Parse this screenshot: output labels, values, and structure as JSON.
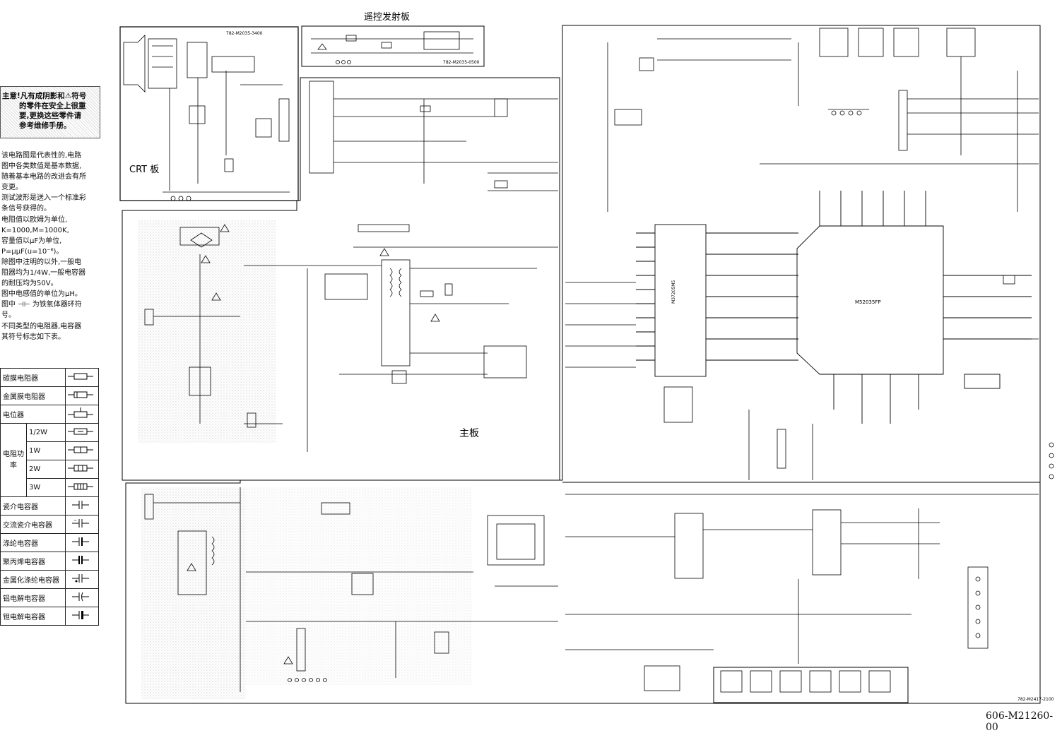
{
  "safety_note": [
    "主意!凡有成阴影和⚠符号",
    "的零件在安全上很重",
    "要,更换这些零件请",
    "参考维修手册。"
  ],
  "notes": [
    "该电路图是代表性的,电路",
    "图中各类数值是基本数据,",
    "随着基本电路的改进会有所",
    "变更。",
    "测试波形是送入一个标准彩",
    "条信号获得的。",
    "电阻值以欧姆为单位,",
    "K=1000,M=1000K,",
    "容量值以μF为单位,",
    "P=μμF(u=10⁻⁶)。",
    "除图中注明的以外,一般电",
    "阻器均为1/4W,一般电容器",
    "的耐压均为50V。",
    "图中电感值的单位为μH。",
    "图中 ⊣⊢ 为铁氧体器环符",
    "号。",
    "不同类型的电阻器,电容器",
    "其符号标志如下表。"
  ],
  "legend": {
    "carbon_resistor": "碳膜电阻器",
    "metal_resistor": "金属膜电阻器",
    "potentiometer": "电位器",
    "power_label": "电阻功率",
    "powers": [
      "1/2W",
      "1W",
      "2W",
      "3W"
    ],
    "ceramic_cap": "瓷介电容器",
    "ac_ceramic_cap": "交流瓷介电容器",
    "polyester_cap": "涤纶电容器",
    "polypropylene_cap": "聚丙烯电容器",
    "metal_polyester_cap": "金属化涤纶电容器",
    "al_electrolytic_cap": "铝电解电容器",
    "ta_electrolytic_cap": "钽电解电容器"
  },
  "boards": {
    "remote": "遥控发射板",
    "crt": "CRT 板",
    "main": "主板"
  },
  "part_codes": {
    "crt_top": "782-M2035-3400",
    "remote_bottom": "782-M2035-0500",
    "bottom_right": "782-M2417-2100",
    "ic_main": "M37205M5",
    "ic_big": "M52035FP"
  },
  "figure_number": "606-M21260-00"
}
